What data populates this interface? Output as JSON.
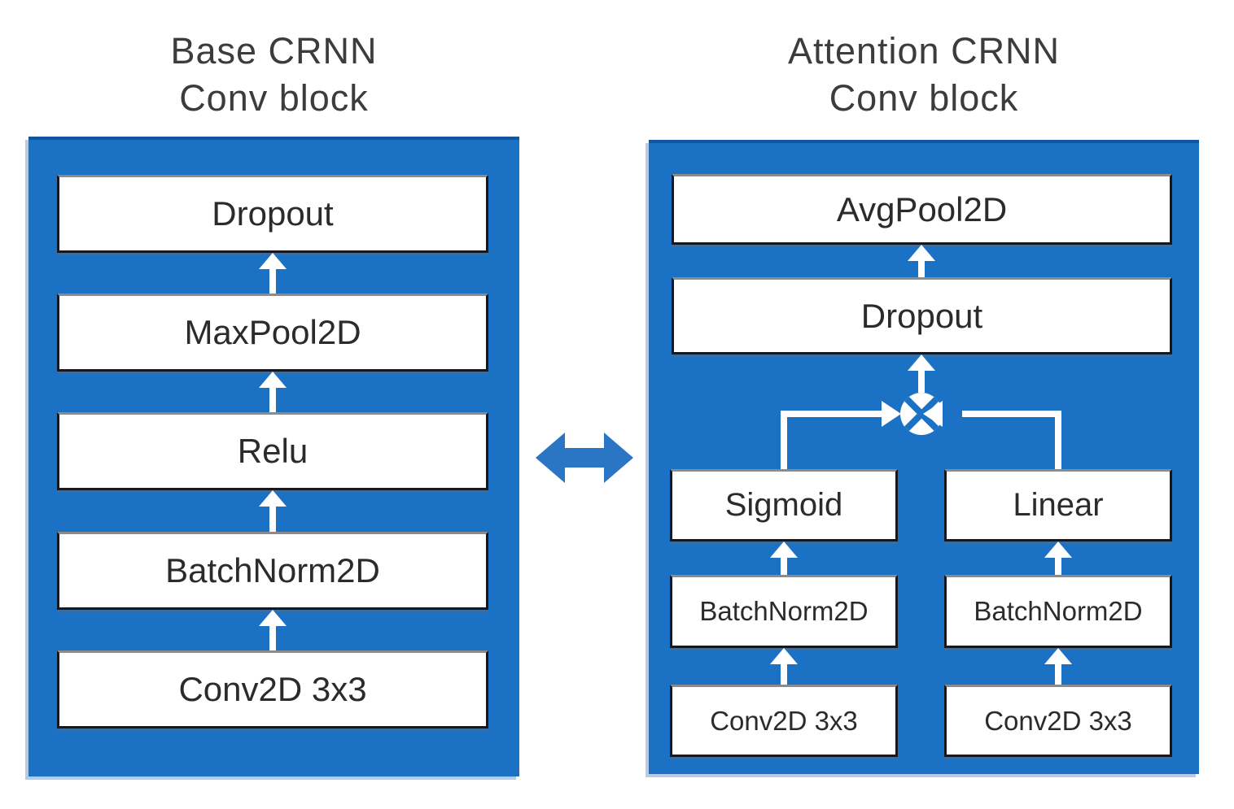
{
  "colors": {
    "panel_blue": "#1b72c4",
    "panel_edge_dark": "#0e57a0",
    "panel_edge_light": "#9db9dd",
    "box_background": "#ffffff",
    "box_border": "#17171f",
    "box_text": "#2b2b2b",
    "title_text": "#3c3c3c",
    "arrow_white": "#ffffff",
    "double_arrow_blue": "#2a75c4"
  },
  "left_panel": {
    "title_line1": "Base CRNN",
    "title_line2": "Conv block",
    "boxes": [
      "Dropout",
      "MaxPool2D",
      "Relu",
      "BatchNorm2D",
      "Conv2D 3x3"
    ]
  },
  "right_panel": {
    "title_line1": "Attention CRNN",
    "title_line2": "Conv block",
    "main_boxes": [
      "AvgPool2D",
      "Dropout"
    ],
    "multiply_icon": "circled-times-multiply",
    "left_branch": [
      "Sigmoid",
      "BatchNorm2D",
      "Conv2D 3x3"
    ],
    "right_branch": [
      "Linear",
      "BatchNorm2D",
      "Conv2D 3x3"
    ]
  }
}
